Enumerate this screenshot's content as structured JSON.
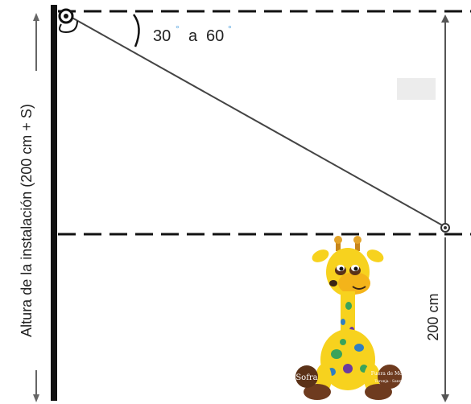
{
  "diagram": {
    "angle_label": {
      "min": "30",
      "connector": "a",
      "max": "60",
      "degree_symbol": "°"
    },
    "install_height_label": "Altura de la instalación (200 cm + S)",
    "bottom_height_label": "200 cm"
  },
  "mascot": {
    "badge_left": "Sofra",
    "badge_right_line1": "Fuera de Modo",
    "badge_right_line2": "Toronja · Sanmo"
  },
  "colors": {
    "line": "#111111",
    "thin_line": "#555555",
    "giraffe_yellow": "#f7d21e",
    "giraffe_green": "#3aa35b",
    "giraffe_blue": "#2f7fc1",
    "giraffe_purple": "#6b3aa0",
    "giraffe_brown": "#6e3b1f"
  },
  "icons": [
    "pulley-icon",
    "giraffe-mascot"
  ]
}
